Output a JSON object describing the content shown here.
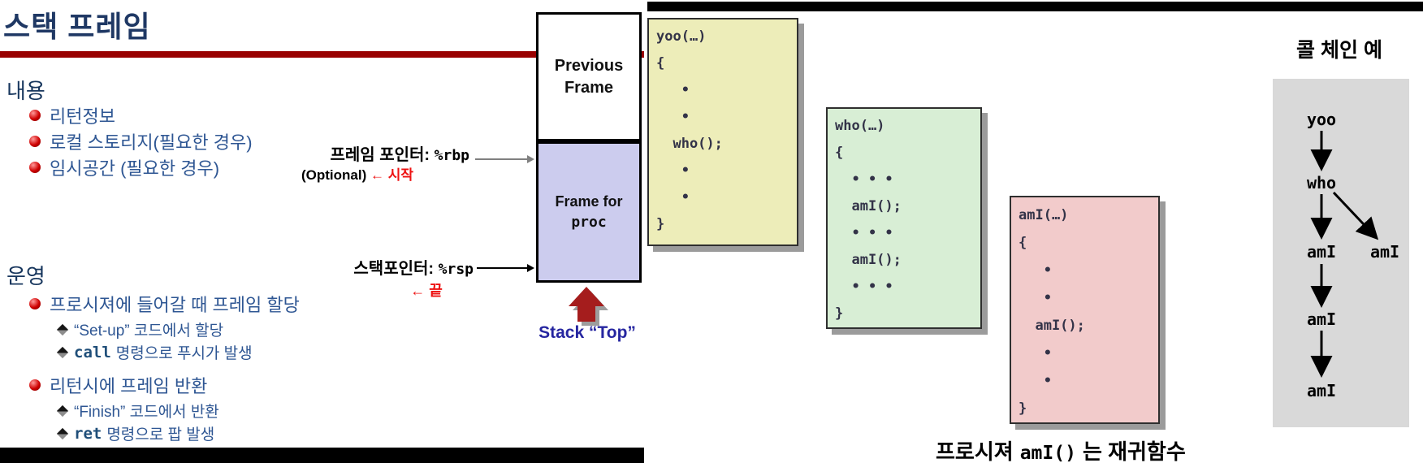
{
  "left_slide": {
    "title": "스택 프레임",
    "contents": {
      "heading": "내용",
      "bullets": [
        "리턴정보",
        "로컬 스토리지(필요한 경우)",
        "임시공간 (필요한 경우)"
      ]
    },
    "operation": {
      "heading": "운영",
      "bullet1": "프로시져에 들어갈 때 프레임 할당",
      "bullet1_sub1": "“Set-up” 코드에서 할당",
      "bullet1_sub2_code": "call",
      "bullet1_sub2_text": "명령으로 푸시가 발생",
      "bullet2": "리턴시에 프레임 반환",
      "bullet2_sub1": "“Finish” 코드에서 반환",
      "bullet2_sub2_code": "ret",
      "bullet2_sub2_text": "명령으로 팝 발생"
    },
    "frame_pointer": {
      "label": "프레임 포인터:",
      "register": "%rbp",
      "optional": "(Optional)",
      "note": "← 시작"
    },
    "stack_pointer": {
      "label": "스택포인터:",
      "register": "%rsp",
      "note": "← 끝"
    },
    "stack_diagram": {
      "previous_frame": "Previous\nFrame",
      "frame_for": "Frame for",
      "proc": "proc",
      "stack_top": "Stack “Top”"
    }
  },
  "right_slide": {
    "yoo_box": {
      "lines": [
        "yoo(…)",
        "{",
        "   •",
        "   •",
        "  who();",
        "   •",
        "   •",
        "}"
      ]
    },
    "who_box": {
      "lines": [
        "who(…)",
        "{",
        "  • • •",
        "  amI();",
        "  • • •",
        "  amI();",
        "  • • •",
        "}"
      ]
    },
    "ami_box": {
      "lines": [
        "amI(…)",
        "{",
        "   •",
        "   •",
        "  amI();",
        "   •",
        "   •",
        "}"
      ]
    },
    "caption_prefix": "프로시져",
    "caption_code": "amI()",
    "caption_suffix": "는 재귀함수",
    "call_chain": {
      "heading": "콜 체인 예",
      "root": "yoo",
      "level1": "who",
      "level2_left": "amI",
      "level2_right": "amI",
      "level3": "amI",
      "level4": "amI"
    }
  },
  "colors": {
    "title_navy": "#1f3864",
    "rule_red": "#990000",
    "body_blue": "#2e5693",
    "note_red": "#ee1111",
    "stack_top_blue": "#2626a0",
    "frame_lavender": "#ccccee",
    "code_box_yellow": "#ededb9",
    "code_box_green": "#d8eed5",
    "code_box_pink": "#f2cbcb",
    "chain_panel_gray": "#d9d9d9",
    "block_arrow_red": "#a51d1d"
  }
}
